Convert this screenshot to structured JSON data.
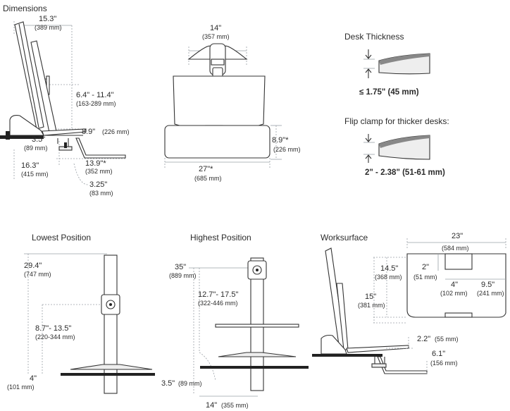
{
  "title": "Dimensions",
  "side_view": {
    "width": "15.3\"",
    "width_mm": "(389 mm)",
    "range": "6.4\" - 11.4\"",
    "range_mm": "(163-289 mm)",
    "tray": "8.9\"",
    "tray_mm": "(226 mm)",
    "low": "3.5\"",
    "low_mm": "(89 mm)",
    "depth": "16.3\"",
    "depth_mm": "(415 mm)",
    "keyboard": "13.9\"*",
    "keyboard_mm": "(352 mm)",
    "clamp": "3.25\"",
    "clamp_mm": "(83 mm)"
  },
  "top_view": {
    "width": "14\"",
    "width_mm": "(357 mm)",
    "depth": "8.9\"*",
    "depth_mm": "(226 mm)",
    "base": "27\"*",
    "base_mm": "(685 mm)"
  },
  "desk": {
    "thickness_title": "Desk Thickness",
    "thickness_value": "≤ 1.75\" (45 mm)",
    "flip_title": "Flip clamp for thicker desks:",
    "flip_value": "2\" - 2.38\" (51-61 mm)"
  },
  "lowest": {
    "title": "Lowest Position",
    "height": "29.4\"",
    "height_mm": "(747 mm)",
    "range": "8.7\"- 13.5\"",
    "range_mm": "(220-344 mm)",
    "base": "4\"",
    "base_mm": "(101 mm)"
  },
  "highest": {
    "title": "Highest Position",
    "height": "35\"",
    "height_mm": "(889 mm)",
    "range": "12.7\"- 17.5\"",
    "range_mm": "(322-446 mm)",
    "base": "3.5\"",
    "base_mm": "(89 mm)",
    "depth": "14\"",
    "depth_mm": "(355 mm)"
  },
  "worksurface": {
    "title": "Worksurface",
    "width": "23\"",
    "width_mm": "(584 mm)",
    "depth_outer": "15\"",
    "depth_outer_mm": "(381 mm)",
    "depth_inner": "14.5\"",
    "depth_inner_mm": "(368 mm)",
    "notch": "2\"",
    "notch_mm": "(51 mm)",
    "notch_width": "4\"",
    "notch_width_mm": "(102 mm)",
    "side": "9.5\"",
    "side_mm": "(241 mm)",
    "lip": "2.2\"",
    "lip_mm": "(55 mm)",
    "tray": "6.1\"",
    "tray_mm": "(156 mm)"
  }
}
